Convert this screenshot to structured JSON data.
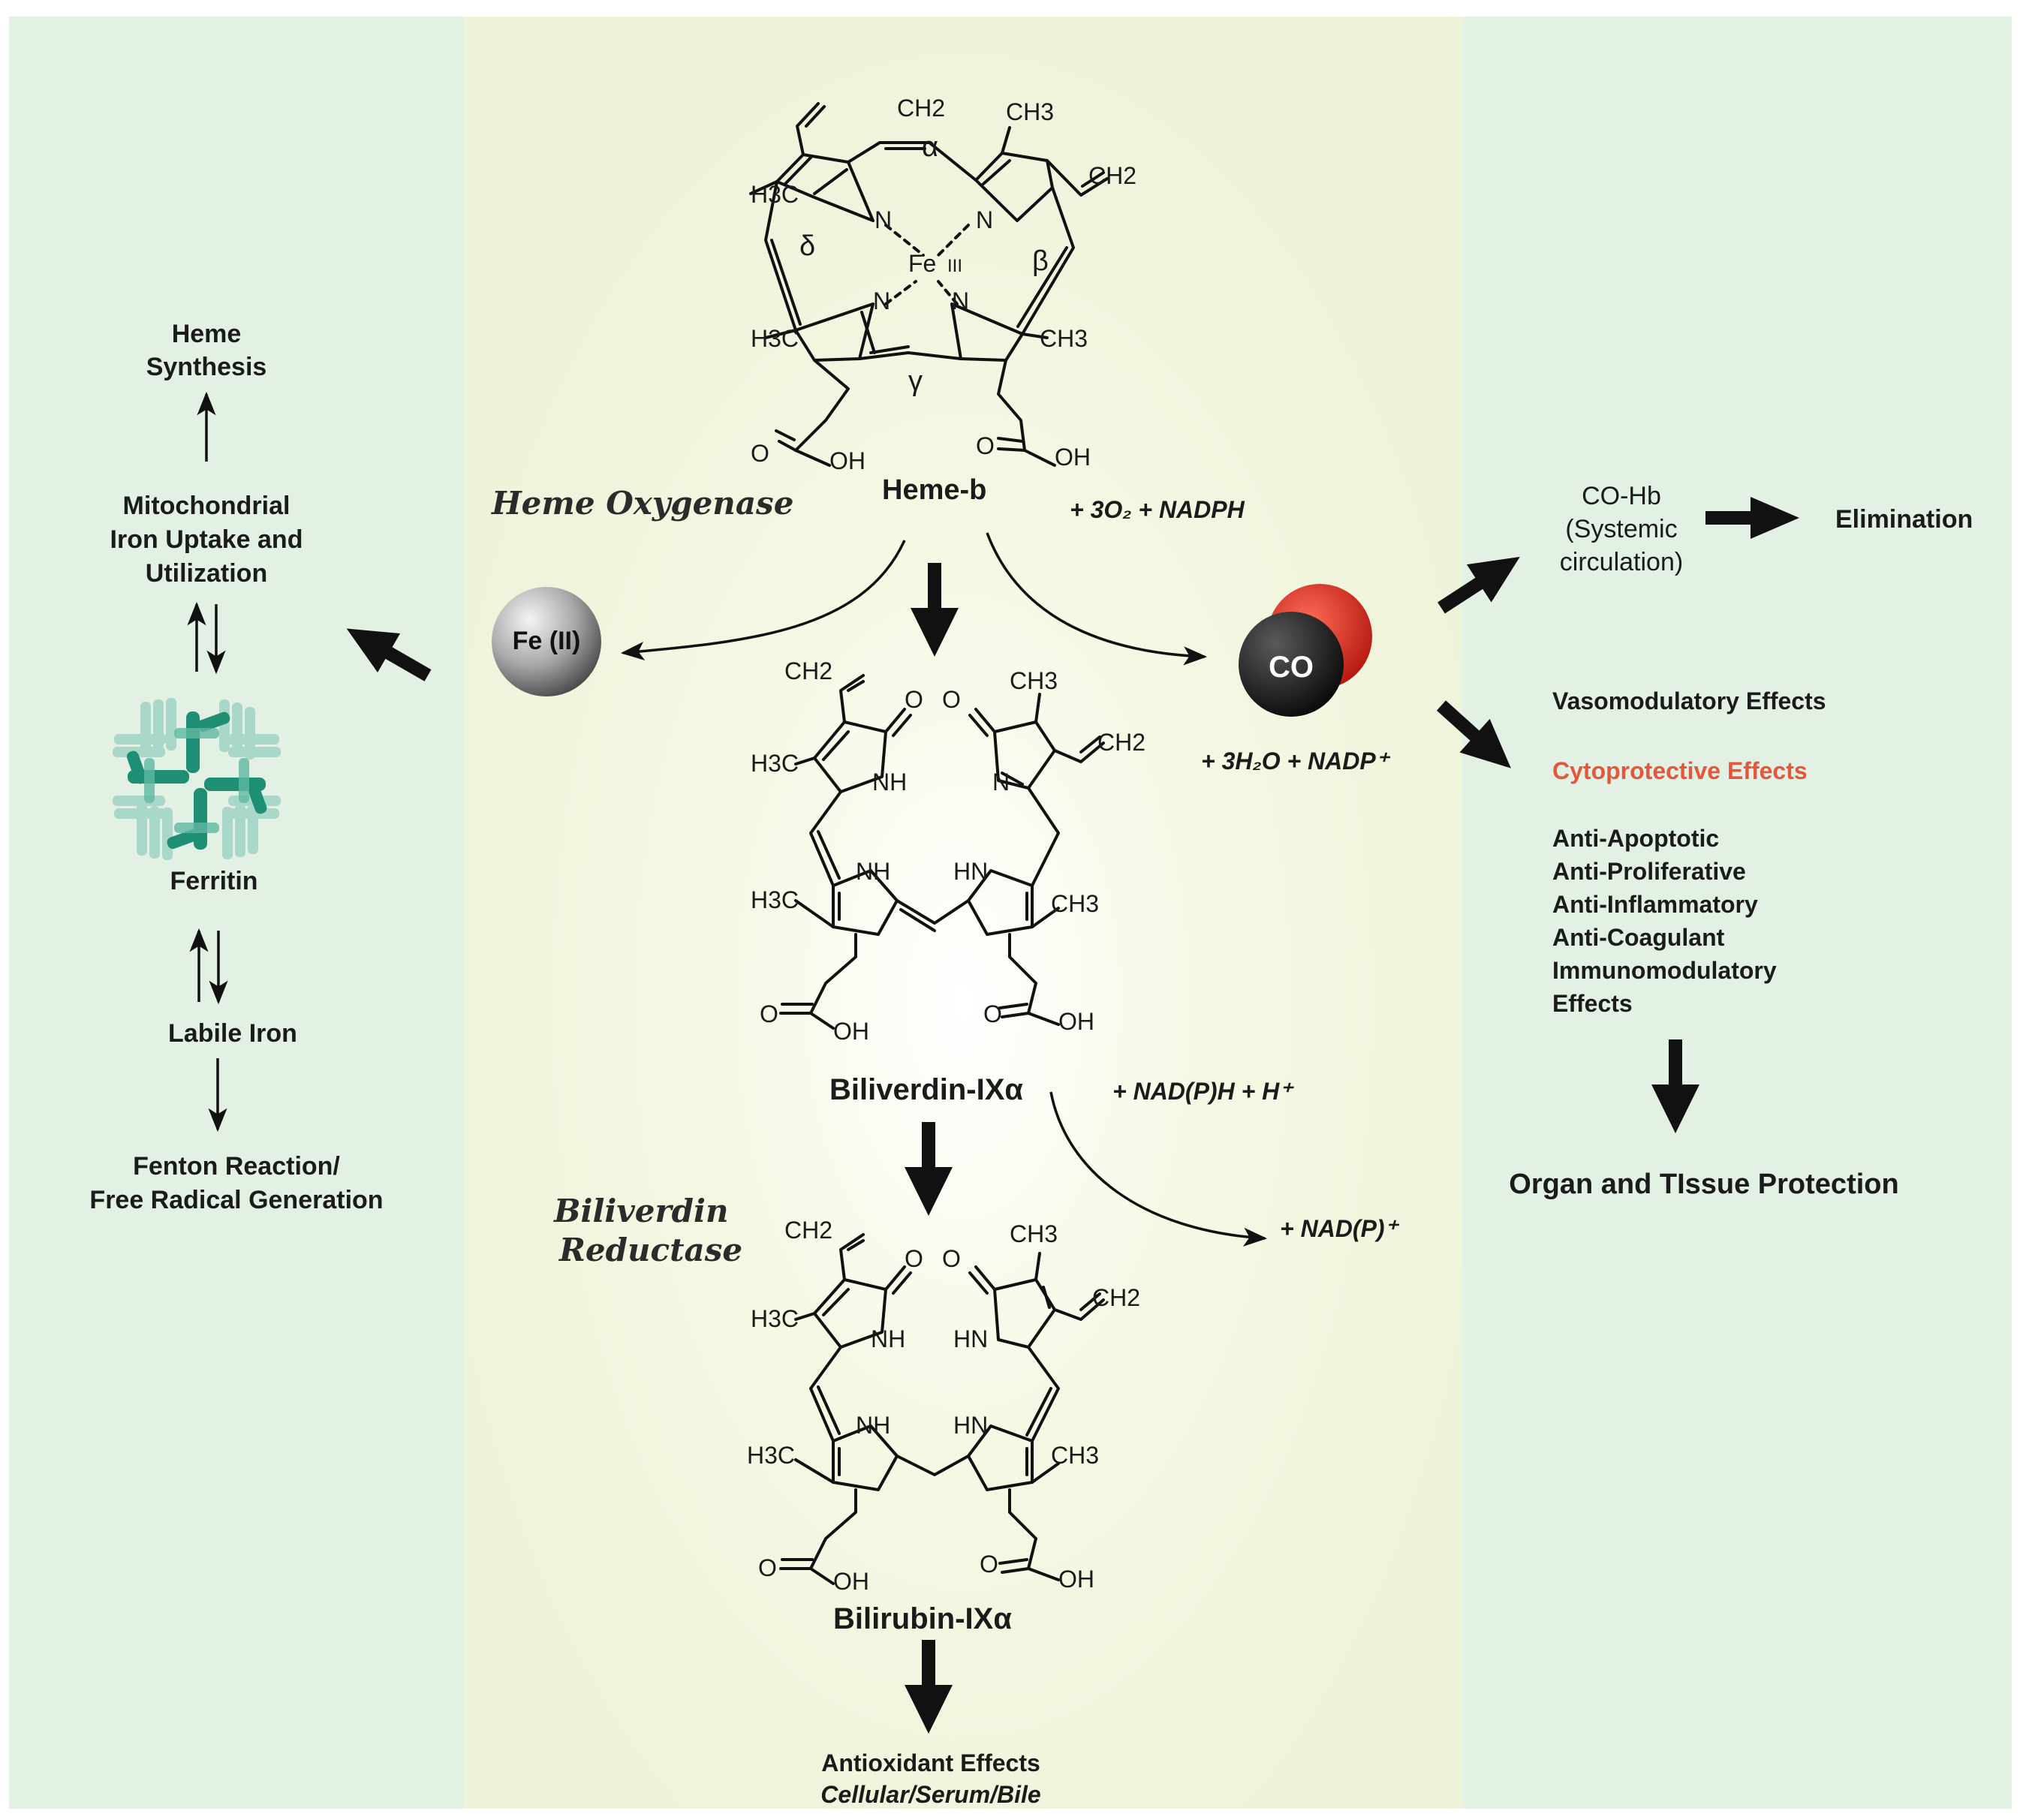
{
  "colors": {
    "side_panel": "#e3f0e4",
    "center_panel": "#eef3da",
    "center_glow": "#fdfef6",
    "arrow": "#111111",
    "highlight_text": "#e4573a",
    "ferritin_dark": "#1e8f74",
    "ferritin_light": "#9fd3c6",
    "co_dark": "#1b1b1b",
    "co_red": "#d3271d",
    "fe_gray": "#9d9d9d"
  },
  "left": {
    "heme_synthesis": [
      "Heme",
      "Synthesis"
    ],
    "mito": [
      "Mitochondrial",
      "Iron Uptake and",
      "Utilization"
    ],
    "ferritin": "Ferritin",
    "labile_iron": "Labile Iron",
    "fenton": [
      "Fenton Reaction/",
      "Free Radical Generation"
    ]
  },
  "center": {
    "heme_oxygenase": "Heme Oxygenase",
    "heme_b": "Heme-b",
    "reagents_top": "+ 3O₂ + NADPH",
    "fe_ii": "Fe (II)",
    "co": "CO",
    "products_co": "+ 3H₂O + NADP⁺",
    "biliverdin": "Biliverdin-IXα",
    "reagents_mid": "+ NAD(P)H + H⁺",
    "products_mid": "+ NAD(P)⁺",
    "biliverdin_reductase": [
      "Biliverdin",
      "Reductase"
    ],
    "bilirubin": "Bilirubin-IXα",
    "antioxidant": "Antioxidant Effects",
    "antioxidant_sub": "Cellular/Serum/Bile"
  },
  "heme_labels": {
    "ch2_top": "CH2",
    "ch3_top": "CH3",
    "ch2_right": "CH2",
    "h3c_left_top": "H3C",
    "h3c_left_bot": "H3C",
    "ch3_right_bot": "CH3",
    "alpha": "α",
    "beta": "β",
    "gamma": "γ",
    "delta": "δ",
    "fe": "Fe",
    "fe_ox": "III",
    "n": "N",
    "o": "O",
    "oh": "OH"
  },
  "pyrrole_labels": {
    "ch2": "CH2",
    "ch3": "CH3",
    "h3c": "H3C",
    "nh": "NH",
    "hn": "HN",
    "n": "N",
    "o": "O",
    "oh": "OH"
  },
  "right": {
    "co_hb": [
      "CO-Hb",
      "(Systemic",
      "circulation)"
    ],
    "elimination": "Elimination",
    "vasomodulatory": "Vasomodulatory Effects",
    "cytoprotective": "Cytoprotective Effects",
    "effects_list": [
      "Anti-Apoptotic",
      "Anti-Proliferative",
      "Anti-Inflammatory",
      "Anti-Coagulant",
      "Immunomodulatory",
      "Effects"
    ],
    "organ": "Organ and TIssue Protection"
  }
}
